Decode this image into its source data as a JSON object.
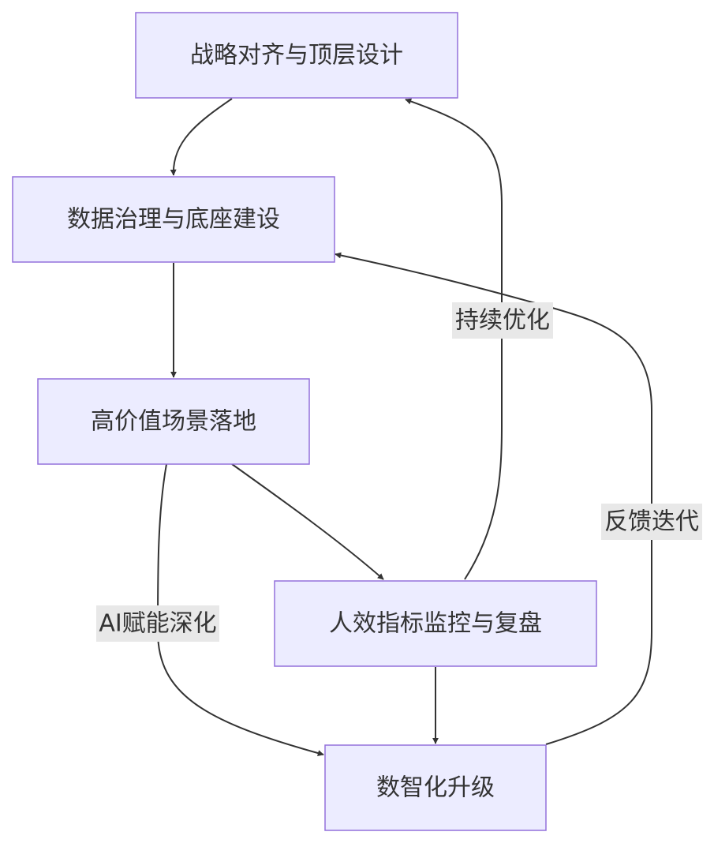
{
  "nodes": [
    {
      "id": "strategy",
      "label": "战略对齐与顶层设计"
    },
    {
      "id": "data",
      "label": "数据治理与底座建设"
    },
    {
      "id": "scenario",
      "label": "高价值场景落地"
    },
    {
      "id": "monitor",
      "label": "人效指标监控与复盘"
    },
    {
      "id": "upgrade",
      "label": "数智化升级"
    }
  ],
  "edges": [
    {
      "from": "strategy",
      "to": "data",
      "label": ""
    },
    {
      "from": "data",
      "to": "scenario",
      "label": ""
    },
    {
      "from": "scenario",
      "to": "monitor",
      "label": ""
    },
    {
      "from": "scenario",
      "to": "upgrade",
      "label": "AI赋能深化"
    },
    {
      "from": "monitor",
      "to": "upgrade",
      "label": ""
    },
    {
      "from": "monitor",
      "to": "strategy",
      "label": "持续优化"
    },
    {
      "from": "upgrade",
      "to": "data",
      "label": "反馈迭代"
    }
  ]
}
